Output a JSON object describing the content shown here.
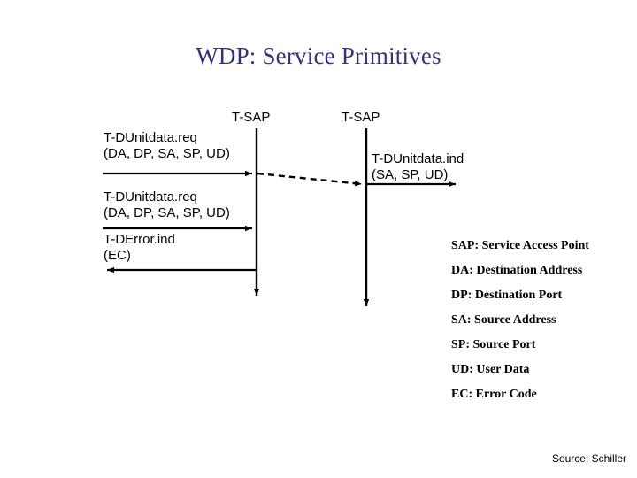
{
  "slide": {
    "title": "WDP: Service Primitives",
    "title_color": "#333377",
    "background_color": "#ffffff",
    "source": "Source: Schiller"
  },
  "diagram": {
    "type": "sequence-diagram",
    "lifelines": [
      {
        "name": "left-sap",
        "label": "T-SAP"
      },
      {
        "name": "right-sap",
        "label": "T-SAP"
      }
    ],
    "messages": [
      {
        "name": "request-1",
        "line1": "T-DUnitdata.req",
        "line2": "(DA, DP, SA, SP, UD)",
        "direction": "right",
        "style": "solid"
      },
      {
        "name": "indication-1",
        "line1": "T-DUnitdata.ind",
        "line2": "(SA, SP, UD)",
        "direction": "right",
        "style": "solid"
      },
      {
        "name": "request-2",
        "line1": "T-DUnitdata.req",
        "line2": "(DA, DP, SA, SP, UD)",
        "direction": "right",
        "style": "solid"
      },
      {
        "name": "error-indication",
        "line1": "T-DError.ind",
        "line2": "(EC)",
        "direction": "left",
        "style": "solid"
      },
      {
        "name": "transfer-1",
        "line1": "",
        "line2": "",
        "direction": "right-down",
        "style": "dashed"
      }
    ]
  },
  "legend": {
    "items": [
      {
        "abbr": "SAP",
        "text": "SAP: Service Access Point"
      },
      {
        "abbr": "DA",
        "text": "DA: Destination Address"
      },
      {
        "abbr": "DP",
        "text": "DP: Destination Port"
      },
      {
        "abbr": "SA",
        "text": "SA: Source Address"
      },
      {
        "abbr": "SP",
        "text": "SP: Source Port"
      },
      {
        "abbr": "UD",
        "text": "UD: User Data"
      },
      {
        "abbr": "EC",
        "text": "EC: Error Code"
      }
    ]
  }
}
